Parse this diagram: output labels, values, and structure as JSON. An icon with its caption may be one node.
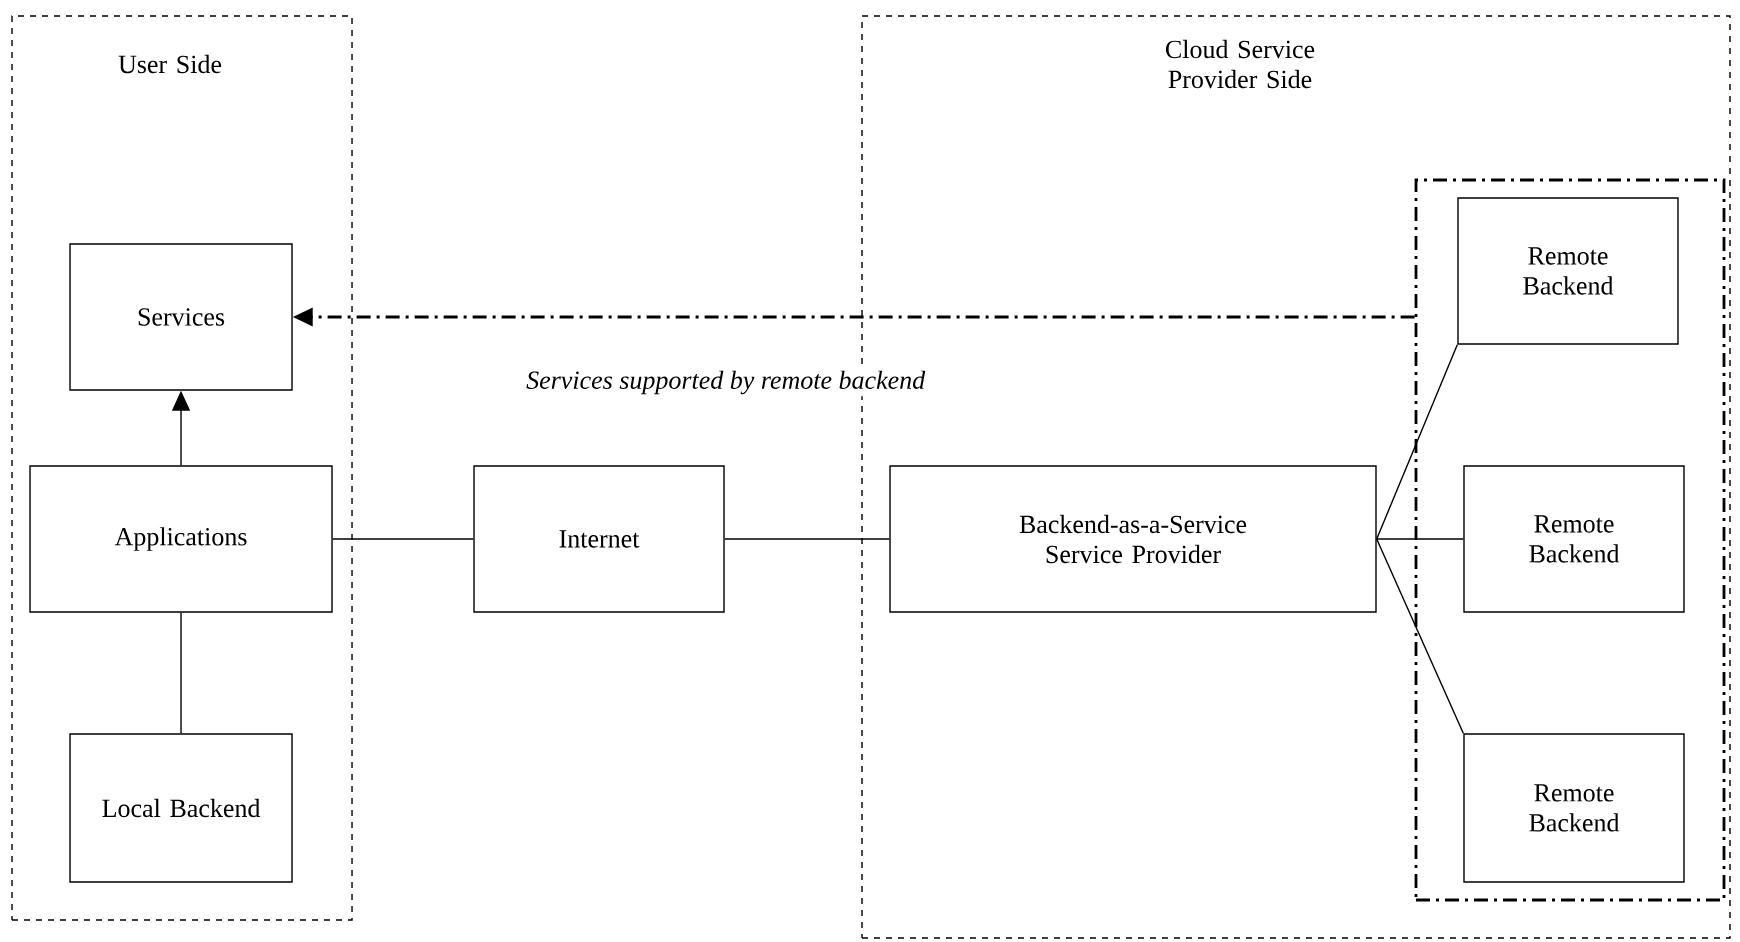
{
  "diagram": {
    "nodes": [
      {
        "text": [
          "User Side"
        ]
      },
      {
        "text": [
          "Services"
        ],
        "in": 0
      },
      {
        "text": [
          "Applications"
        ],
        "in": 0
      },
      {
        "text": [
          "Local Backend"
        ],
        "in": 0
      },
      {
        "text": [
          "Internet"
        ]
      },
      {
        "text": [
          "Cloud Service Provider Side"
        ]
      },
      {
        "text": [],
        "shape": "box",
        "in": 5
      },
      {
        "text": [
          "Backend-as-a-Service Service Provider"
        ],
        "in": 5
      },
      {
        "text": [
          "Remote Backend"
        ],
        "in": 6
      },
      {
        "text": [
          "Remote Backend"
        ],
        "in": 6
      },
      {
        "text": [
          "Remote Backend"
        ],
        "in": 6
      }
    ],
    "edges": [
      {
        "from": 2,
        "to": 1,
        "arrow": "to"
      },
      {
        "from": 3,
        "to": 2,
        "arrow": "none"
      },
      {
        "from": 2,
        "to": 4,
        "arrow": "none"
      },
      {
        "from": 4,
        "to": 7,
        "arrow": "none"
      },
      {
        "from": 7,
        "to": 8,
        "arrow": "none"
      },
      {
        "from": 7,
        "to": 9,
        "arrow": "none"
      },
      {
        "from": 7,
        "to": 10,
        "arrow": "none"
      },
      {
        "from": 6,
        "to": 1,
        "arrow": "to",
        "style": "dashed",
        "label": "Services supported by remote backend"
      }
    ]
  }
}
